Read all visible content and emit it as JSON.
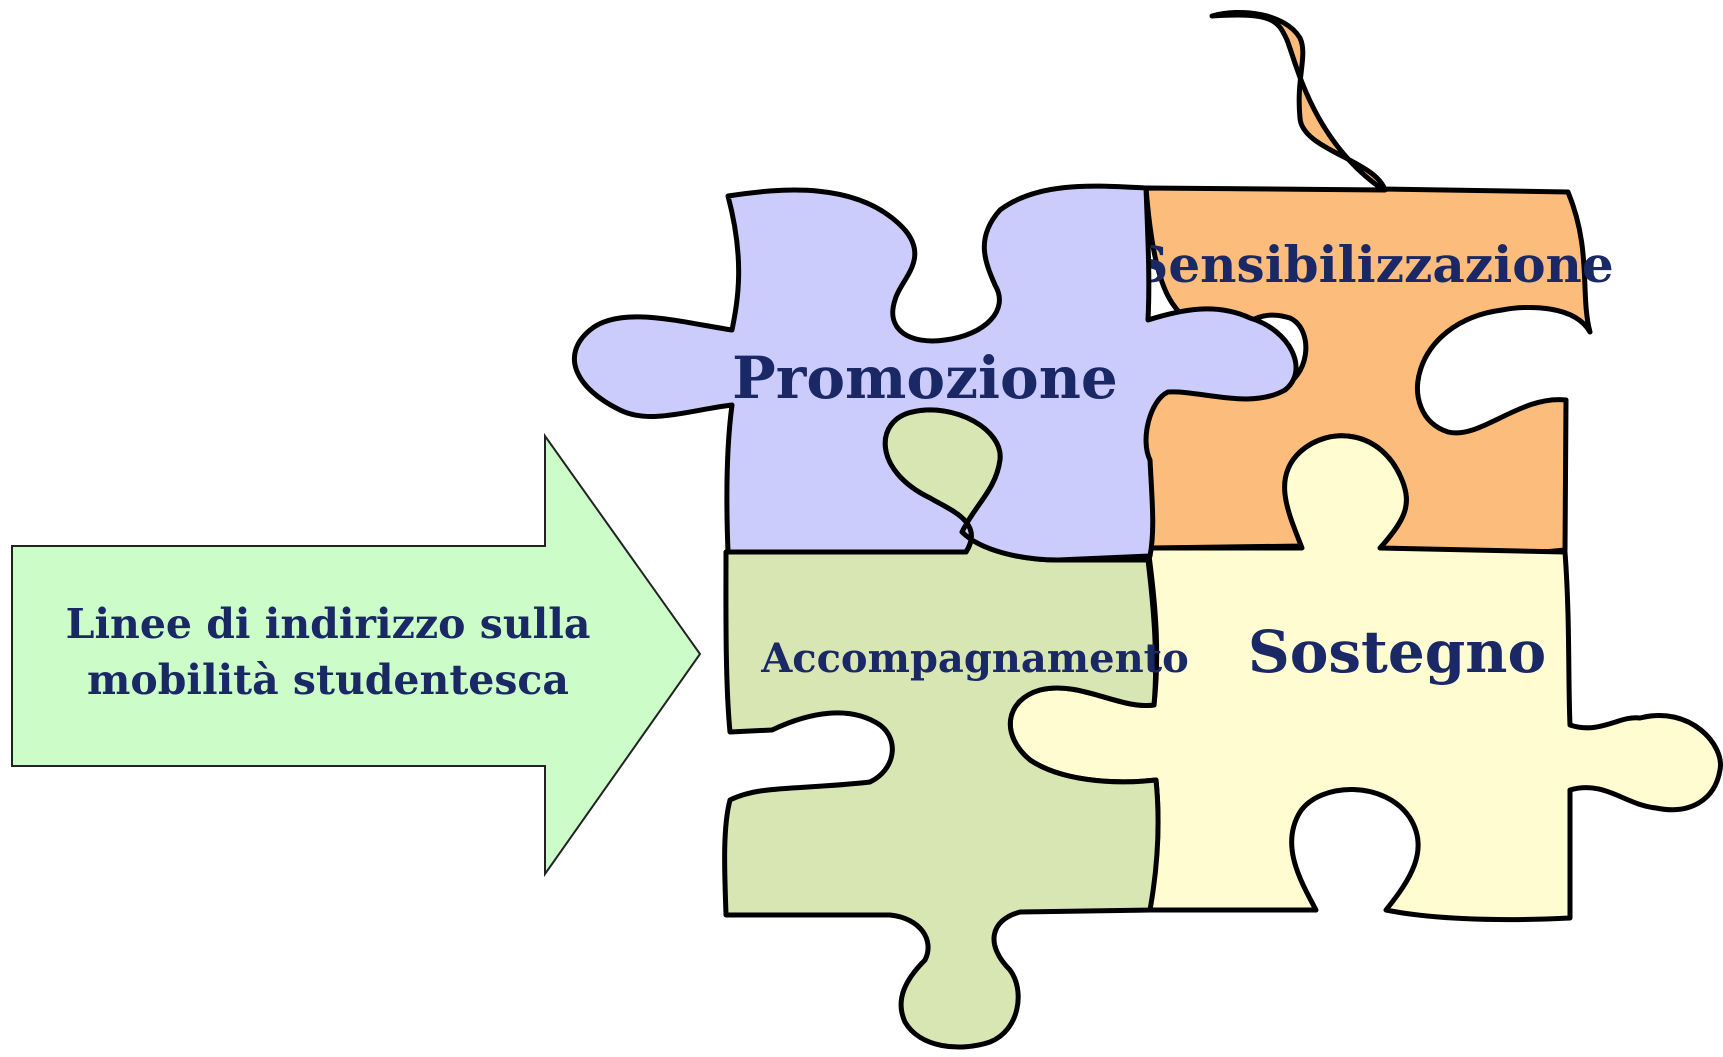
{
  "diagram": {
    "arrow": {
      "label_line1": "Linee di indirizzo sulla",
      "label_line2": "mobilità studentesca",
      "fill": "#ccfcc8",
      "stroke": "#222222"
    },
    "pieces": {
      "promozione": {
        "label": "Promozione",
        "fill": "#ccccfc"
      },
      "sensibilizzazione": {
        "label": "Sensibilizzazione",
        "fill": "#fcbc7c"
      },
      "accompagnamento": {
        "label": "Accompagnamento",
        "fill": "#d8e6b4"
      },
      "sostegno": {
        "label": "Sostegno",
        "fill": "#fefcd0"
      }
    },
    "outline_color": "#000000",
    "text_color": "#1a2966"
  }
}
